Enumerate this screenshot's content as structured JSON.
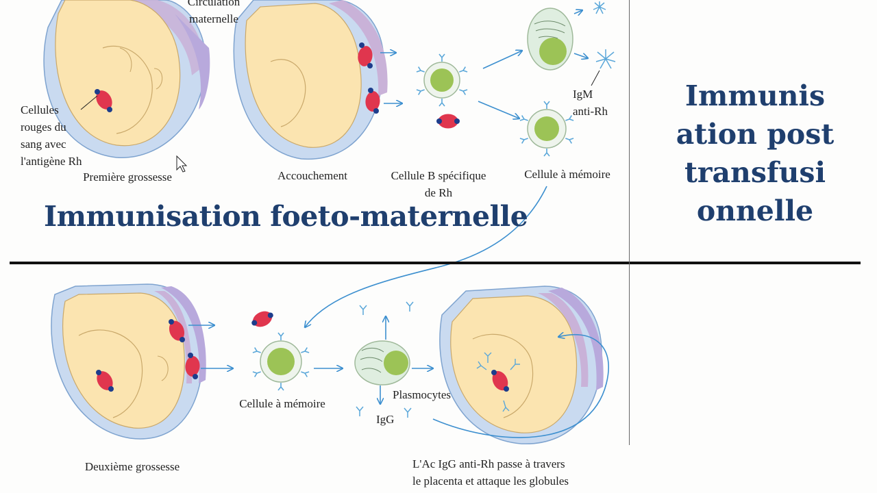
{
  "labels": {
    "circulation": "Circulation maternelle",
    "cellules": [
      "Cellules",
      "rouges du",
      "sang avec",
      "l'antigène Rh"
    ],
    "premiere": "Première grossesse",
    "accouchement": "Accouchement",
    "cellule_b": [
      "Cellule B spécifique",
      "de Rh"
    ],
    "igm": [
      "IgM",
      "anti-Rh"
    ],
    "memoire_top": "Cellule à mémoire",
    "memoire_bottom": "Cellule à mémoire",
    "plasmocytes": "Plasmocytes",
    "igg": "IgG",
    "deuxieme": "Deuxième grossesse",
    "passage": [
      "L'Ac IgG anti-Rh passe à travers",
      "le placenta et attaque les globules"
    ]
  },
  "titles": {
    "main": "Immunisation foeto-maternelle",
    "side": [
      "Immunis",
      "ation post",
      "transfusi",
      "onnelle"
    ]
  },
  "colors": {
    "title": "#1f3f6e",
    "arrow": "#3c8fcf",
    "cell_nucleus": "#9cc356",
    "rbc": "#e0364e",
    "antigen": "#1d3d8c",
    "skin": "#fbe4b0",
    "uterus": "#c9daf0",
    "placenta": "#c9b2d8"
  }
}
